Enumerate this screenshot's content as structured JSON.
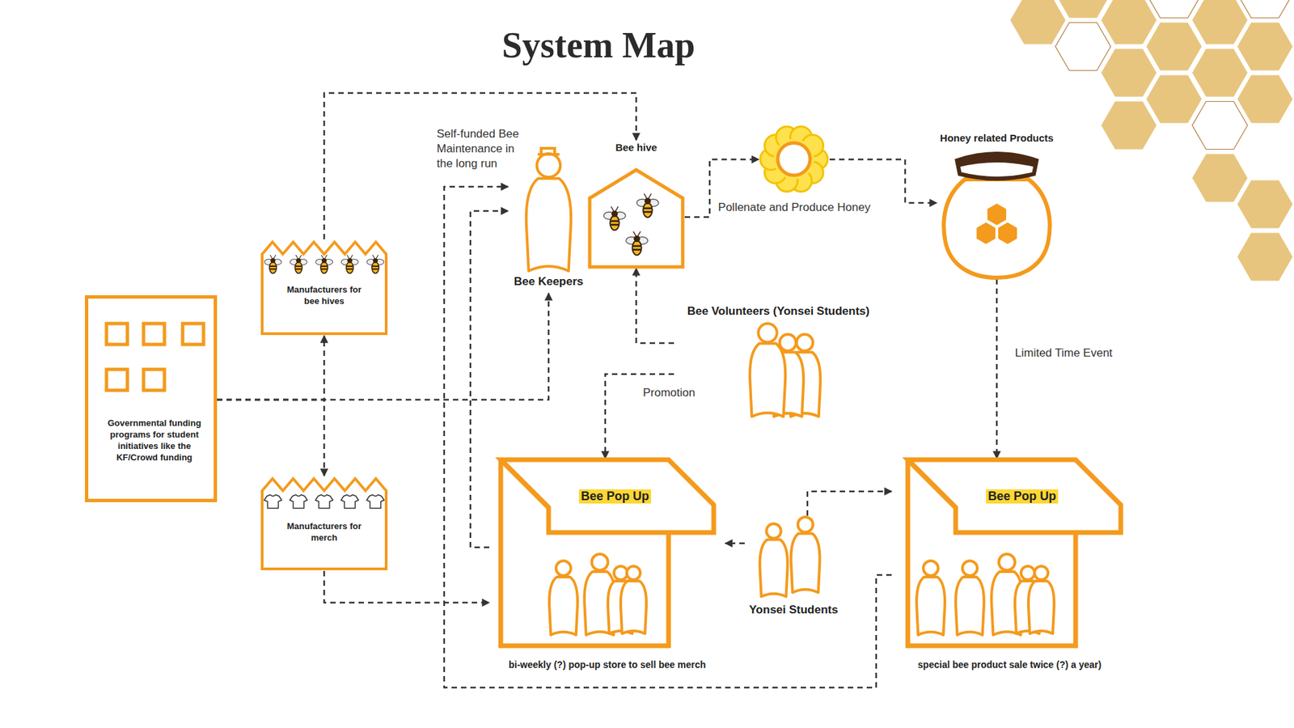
{
  "diagram": {
    "title": "System Map",
    "nodes": [
      {
        "text": [
          "Governmental funding programs for student initiatives like the KF/Crowd funding"
        ]
      },
      {
        "text": [
          "Manufacturers for bee hives"
        ]
      },
      {
        "text": [
          "Manufacturers for merch"
        ]
      },
      {
        "text": [
          "Bee Keepers"
        ]
      },
      {
        "text": [
          "Bee hive"
        ]
      },
      {
        "text": [
          "Pollenate and Produce Honey"
        ]
      },
      {
        "text": [
          "Honey related Products"
        ]
      },
      {
        "text": [
          "Bee Volunteers (Yonsei Students)"
        ]
      },
      {
        "text": [
          "Yonsei Students"
        ]
      },
      {
        "text": [
          "Bee Pop Up",
          "bi-weekly (?) pop-up store to sell bee merch"
        ]
      },
      {
        "text": [
          "Bee Pop Up",
          "special bee product sale twice (?) a year)"
        ]
      }
    ],
    "edges": [
      {
        "from": 0,
        "to": 1,
        "arrow": "to"
      },
      {
        "from": 0,
        "to": 2,
        "arrow": "to"
      },
      {
        "from": 0,
        "to": 3,
        "arrow": "to"
      },
      {
        "from": 1,
        "to": 4,
        "arrow": "to"
      },
      {
        "from": 2,
        "to": 9,
        "arrow": "to"
      },
      {
        "from": 4,
        "to": 5,
        "arrow": "to"
      },
      {
        "from": 5,
        "to": 6,
        "arrow": "to"
      },
      {
        "from": 6,
        "to": 10,
        "label": "Limited Time Event",
        "arrow": "to"
      },
      {
        "from": 7,
        "to": 4,
        "arrow": "to"
      },
      {
        "from": 7,
        "to": 9,
        "label": "Promotion",
        "arrow": "to"
      },
      {
        "from": 8,
        "to": 9,
        "arrow": "to"
      },
      {
        "from": 8,
        "to": 10,
        "arrow": "to"
      },
      {
        "from": 9,
        "to": 3,
        "arrow": "to"
      },
      {
        "from": 10,
        "to": 3,
        "label": "Self-funded Bee Maintenance in the long run",
        "arrow": "to"
      }
    ]
  }
}
